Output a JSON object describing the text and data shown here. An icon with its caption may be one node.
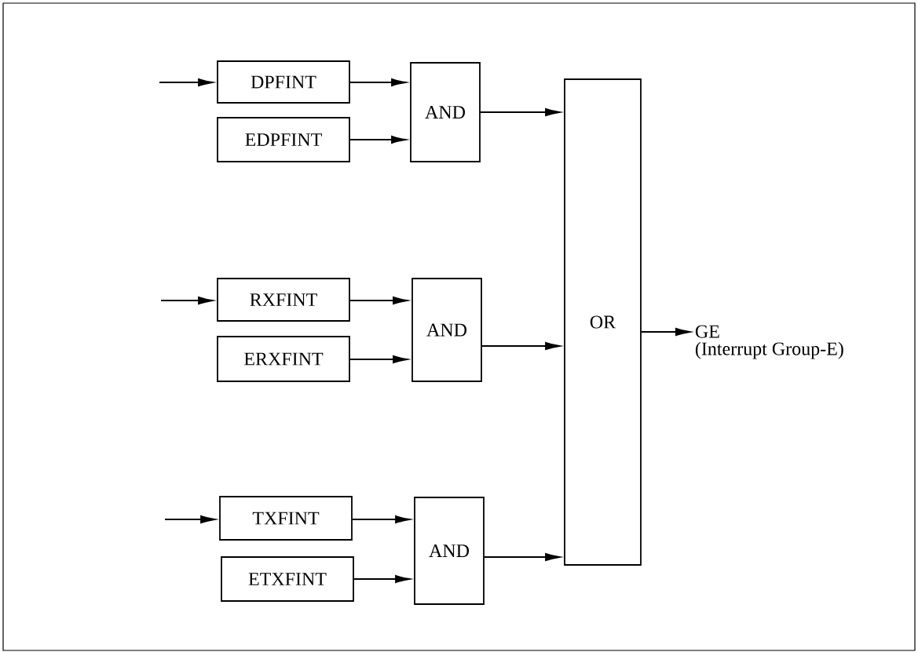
{
  "diagram": {
    "nodes": [
      {
        "text": [
          "DPFINT"
        ]
      },
      {
        "text": [
          "EDPFINT"
        ]
      },
      {
        "text": [
          "AND"
        ]
      },
      {
        "text": [
          "RXFINT"
        ]
      },
      {
        "text": [
          "ERXFINT"
        ]
      },
      {
        "text": [
          "AND"
        ]
      },
      {
        "text": [
          "TXFINT"
        ]
      },
      {
        "text": [
          "ETXFINT"
        ]
      },
      {
        "text": [
          "AND"
        ]
      },
      {
        "text": [
          "OR"
        ]
      },
      {
        "text": [
          "GE",
          "(Interrupt Group-E)"
        ]
      }
    ],
    "edges": [
      {
        "from": null,
        "to": 0,
        "arrow": "to"
      },
      {
        "from": 0,
        "to": 2,
        "arrow": "to"
      },
      {
        "from": 1,
        "to": 2,
        "arrow": "to"
      },
      {
        "from": 2,
        "to": 9,
        "arrow": "to"
      },
      {
        "from": null,
        "to": 3,
        "arrow": "to"
      },
      {
        "from": 3,
        "to": 5,
        "arrow": "to"
      },
      {
        "from": 4,
        "to": 5,
        "arrow": "to"
      },
      {
        "from": 5,
        "to": 9,
        "arrow": "to"
      },
      {
        "from": null,
        "to": 6,
        "arrow": "to"
      },
      {
        "from": 6,
        "to": 8,
        "arrow": "to"
      },
      {
        "from": 7,
        "to": 8,
        "arrow": "to"
      },
      {
        "from": 8,
        "to": 9,
        "arrow": "to"
      },
      {
        "from": 9,
        "to": 10,
        "arrow": "to"
      }
    ]
  }
}
